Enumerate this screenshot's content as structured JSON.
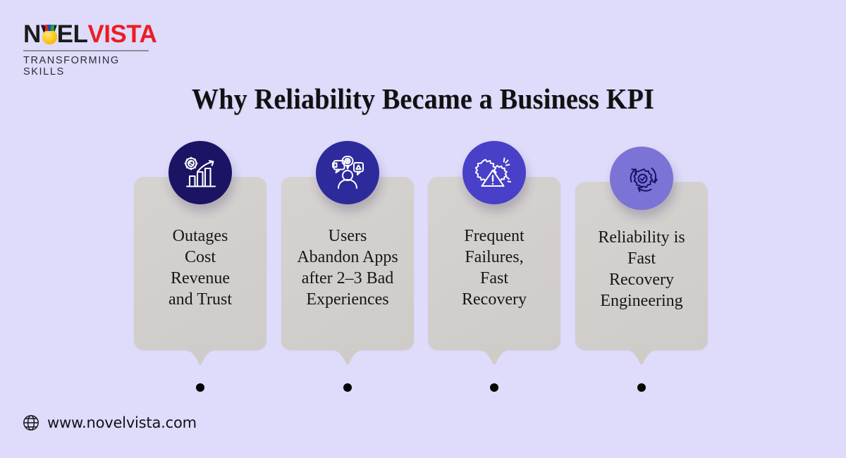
{
  "brand": {
    "logo": {
      "name_part1": "N",
      "name_part2": "VEL",
      "name_part3": "VISTA",
      "tagline": "TRANSFORMING SKILLS",
      "bulb_icon": "lightbulb-icon",
      "color_black": "#1b1b1b",
      "color_red": "#ee1c24",
      "color_bulb": "#ffcc22"
    }
  },
  "page": {
    "title": "Why Reliability Became a Business KPI",
    "background_color": "#dedcfa",
    "card_color": "#d2cecc"
  },
  "cards": [
    {
      "icon": "growth-chart-gear-dollar-icon",
      "circle_color": "#1b1464",
      "icon_stroke": "#ffffff",
      "text": "Outages\nCost\nRevenue\nand Trust",
      "dot": "bullet-dot"
    },
    {
      "icon": "user-feedback-icon",
      "circle_color": "#2d2a9c",
      "icon_stroke": "#ffffff",
      "text": "Users\nAbandon Apps\nafter 2–3 Bad\nExperiences",
      "dot": "bullet-dot"
    },
    {
      "icon": "broken-gear-warning-icon",
      "circle_color": "#4840c8",
      "icon_stroke": "#ffffff",
      "text": "Frequent\nFailures,\nFast\nRecovery",
      "dot": "bullet-dot"
    },
    {
      "icon": "recovery-cycle-gear-check-icon",
      "circle_color": "#7b73d6",
      "icon_stroke": "#1b1464",
      "text": "Reliability is\nFast\nRecovery\nEngineering",
      "dot": "bullet-dot"
    }
  ],
  "footer": {
    "globe_icon": "globe-icon",
    "url": "www.novelvista.com"
  }
}
